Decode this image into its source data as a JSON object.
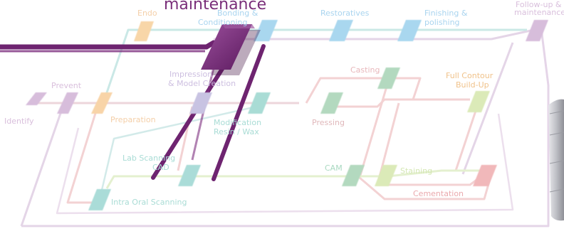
{
  "title": "maintenance",
  "colors": {
    "title": "#7a2f7a",
    "hero_track": "#6e2470",
    "hero_box": "#7d2f7e",
    "lilac": "#c9a6cf",
    "pink": "#efb6b9",
    "teal": "#a5dcd8",
    "green": "#d7e8b3",
    "orange": "#f8cf9a",
    "blue": "#9ed0ec",
    "sage": "#a8d3b4"
  },
  "nodes": [
    {
      "id": "identify",
      "label": "Identify",
      "color": "lilac"
    },
    {
      "id": "prevent",
      "label": "Prevent",
      "color": "lilac"
    },
    {
      "id": "preparation",
      "label": "Preparation",
      "color": "orange"
    },
    {
      "id": "endo",
      "label": "Endo",
      "color": "orange"
    },
    {
      "id": "bonding",
      "label": "Bonding &\nConditioning",
      "color": "blue"
    },
    {
      "id": "restoratives",
      "label": "Restoratives",
      "color": "blue"
    },
    {
      "id": "finishing",
      "label": "Finishing &\npolishing",
      "color": "blue"
    },
    {
      "id": "followup",
      "label": "Follow-up &\nmaintenance",
      "color": "lilac"
    },
    {
      "id": "impression",
      "label": "Impression\n& Model Creation",
      "color": "lilac"
    },
    {
      "id": "modification",
      "label": "Modification\nResin / Wax",
      "color": "teal"
    },
    {
      "id": "casting",
      "label": "Casting",
      "color": "sage"
    },
    {
      "id": "pressing",
      "label": "Pressing",
      "color": "sage"
    },
    {
      "id": "fullcontour",
      "label": "Full Contour\nBuild-Up",
      "color": "green"
    },
    {
      "id": "labscanning",
      "label": "Lab Scanning\nCAD",
      "color": "teal"
    },
    {
      "id": "cam",
      "label": "CAM",
      "color": "sage"
    },
    {
      "id": "staining",
      "label": "Staining",
      "color": "green"
    },
    {
      "id": "cementation",
      "label": "Cementation",
      "color": "pink"
    },
    {
      "id": "intraoral",
      "label": "Intra Oral Scanning",
      "color": "teal"
    }
  ]
}
